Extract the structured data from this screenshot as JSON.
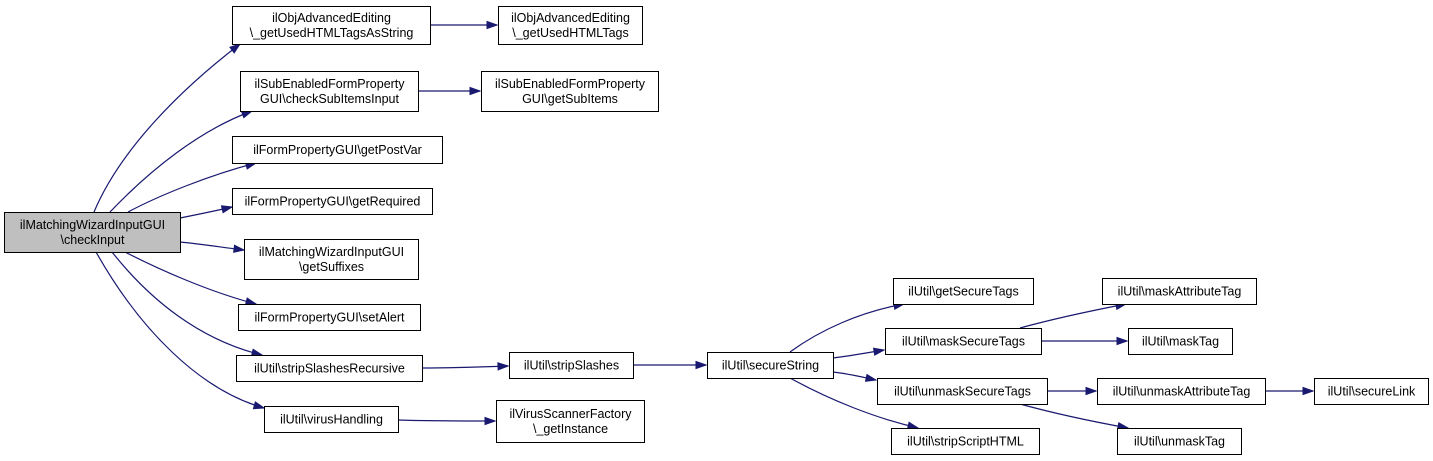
{
  "graph": {
    "edge_color": "#191970",
    "root_fill": "#bfbfbf",
    "nodes": [
      {
        "id": "root",
        "lines": [
          "ilMatchingWizardInputGUI",
          "\\checkInput"
        ],
        "interactable": true
      },
      {
        "id": "n1",
        "lines": [
          "ilObjAdvancedEditing",
          "\\_getUsedHTMLTagsAsString"
        ],
        "interactable": true
      },
      {
        "id": "n2",
        "lines": [
          "ilObjAdvancedEditing",
          "\\_getUsedHTMLTags"
        ],
        "interactable": true
      },
      {
        "id": "n3",
        "lines": [
          "ilSubEnabledFormProperty",
          "GUI\\checkSubItemsInput"
        ],
        "interactable": true
      },
      {
        "id": "n4",
        "lines": [
          "ilSubEnabledFormProperty",
          "GUI\\getSubItems"
        ],
        "interactable": true
      },
      {
        "id": "n5",
        "lines": [
          "ilFormPropertyGUI\\getPostVar"
        ],
        "interactable": true
      },
      {
        "id": "n6",
        "lines": [
          "ilFormPropertyGUI\\getRequired"
        ],
        "interactable": true
      },
      {
        "id": "n7",
        "lines": [
          "ilMatchingWizardInputGUI",
          "\\getSuffixes"
        ],
        "interactable": true
      },
      {
        "id": "n8",
        "lines": [
          "ilFormPropertyGUI\\setAlert"
        ],
        "interactable": true
      },
      {
        "id": "n9",
        "lines": [
          "ilUtil\\stripSlashesRecursive"
        ],
        "interactable": true
      },
      {
        "id": "n10",
        "lines": [
          "ilUtil\\stripSlashes"
        ],
        "interactable": true
      },
      {
        "id": "n11",
        "lines": [
          "ilUtil\\secureString"
        ],
        "interactable": true
      },
      {
        "id": "n12",
        "lines": [
          "ilUtil\\getSecureTags"
        ],
        "interactable": true
      },
      {
        "id": "n13",
        "lines": [
          "ilUtil\\maskSecureTags"
        ],
        "interactable": true
      },
      {
        "id": "n14",
        "lines": [
          "ilUtil\\maskAttributeTag"
        ],
        "interactable": true
      },
      {
        "id": "n15",
        "lines": [
          "ilUtil\\maskTag"
        ],
        "interactable": true
      },
      {
        "id": "n16",
        "lines": [
          "ilUtil\\unmaskSecureTags"
        ],
        "interactable": true
      },
      {
        "id": "n17",
        "lines": [
          "ilUtil\\unmaskAttributeTag"
        ],
        "interactable": true
      },
      {
        "id": "n18",
        "lines": [
          "ilUtil\\secureLink"
        ],
        "interactable": true
      },
      {
        "id": "n19",
        "lines": [
          "ilUtil\\unmaskTag"
        ],
        "interactable": true
      },
      {
        "id": "n20",
        "lines": [
          "ilUtil\\stripScriptHTML"
        ],
        "interactable": true
      },
      {
        "id": "n21",
        "lines": [
          "ilUtil\\virusHandling"
        ],
        "interactable": true
      },
      {
        "id": "n22",
        "lines": [
          "ilVirusScannerFactory",
          "\\_getInstance"
        ],
        "interactable": true
      }
    ],
    "edges": [
      {
        "from": "root",
        "to": "n1"
      },
      {
        "from": "n1",
        "to": "n2"
      },
      {
        "from": "root",
        "to": "n3"
      },
      {
        "from": "n3",
        "to": "n4"
      },
      {
        "from": "root",
        "to": "n5"
      },
      {
        "from": "root",
        "to": "n6"
      },
      {
        "from": "root",
        "to": "n7"
      },
      {
        "from": "root",
        "to": "n8"
      },
      {
        "from": "root",
        "to": "n9"
      },
      {
        "from": "root",
        "to": "n21"
      },
      {
        "from": "n9",
        "to": "n10"
      },
      {
        "from": "n10",
        "to": "n11"
      },
      {
        "from": "n11",
        "to": "n12"
      },
      {
        "from": "n11",
        "to": "n13"
      },
      {
        "from": "n11",
        "to": "n16"
      },
      {
        "from": "n11",
        "to": "n20"
      },
      {
        "from": "n13",
        "to": "n14"
      },
      {
        "from": "n13",
        "to": "n15"
      },
      {
        "from": "n16",
        "to": "n17"
      },
      {
        "from": "n16",
        "to": "n19"
      },
      {
        "from": "n17",
        "to": "n18"
      },
      {
        "from": "n21",
        "to": "n22"
      }
    ]
  }
}
